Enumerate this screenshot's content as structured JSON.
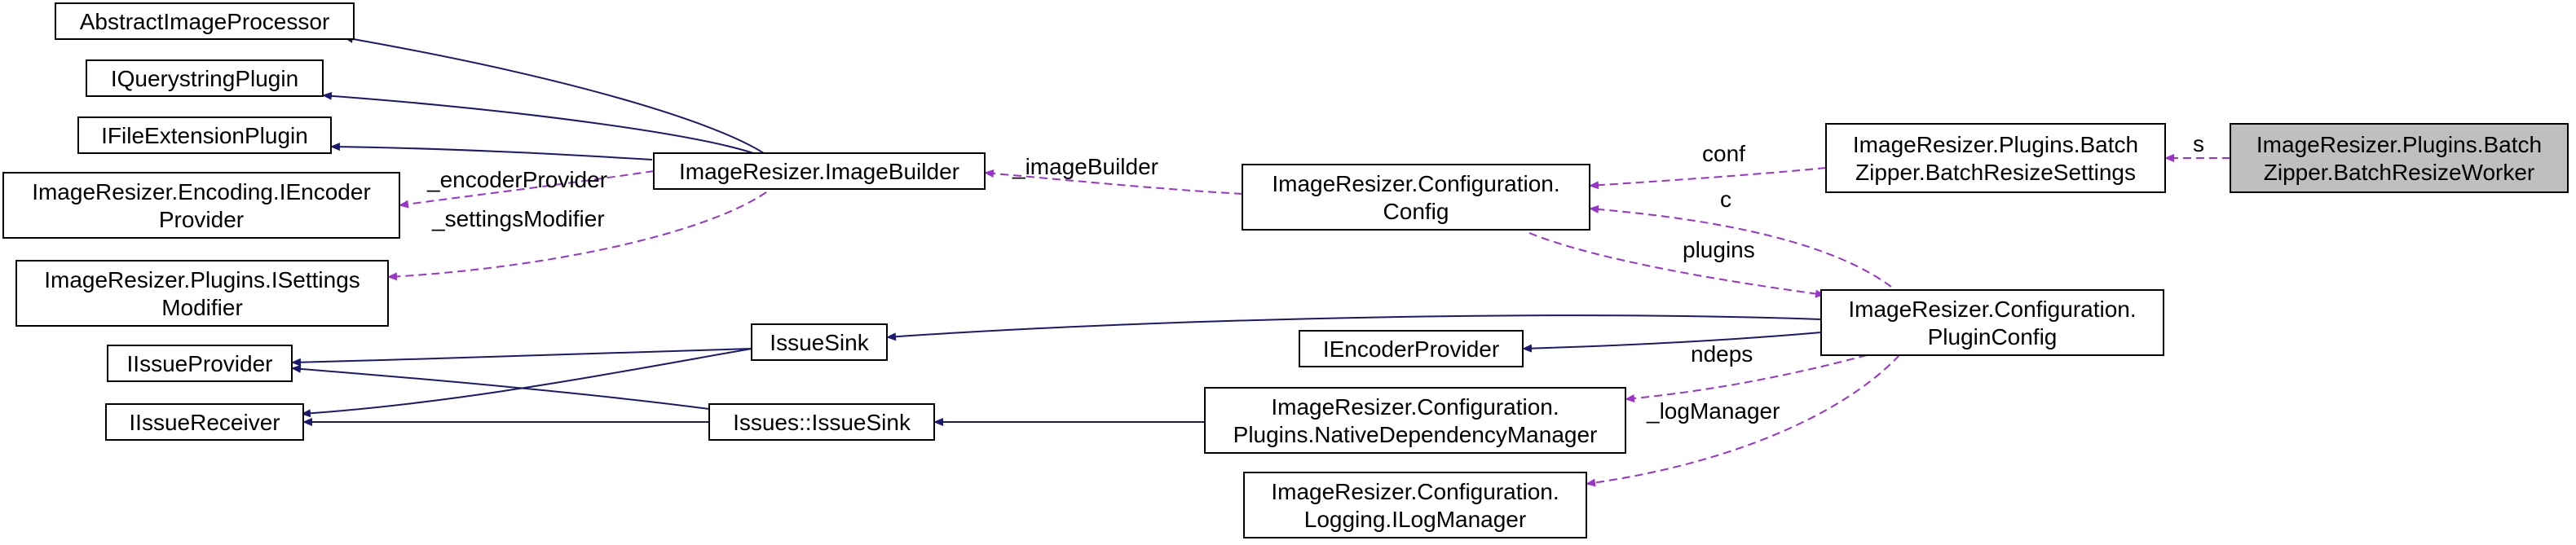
{
  "diagram": {
    "nodes": [
      {
        "id": "abstract",
        "lines": [
          "AbstractImageProcessor"
        ]
      },
      {
        "id": "iquery",
        "lines": [
          "IQuerystringPlugin"
        ]
      },
      {
        "id": "ifileext",
        "lines": [
          "IFileExtensionPlugin"
        ]
      },
      {
        "id": "iencoder_enc",
        "lines": [
          "ImageResizer.Encoding.IEncoder",
          "Provider"
        ]
      },
      {
        "id": "isettings",
        "lines": [
          "ImageResizer.Plugins.ISettings",
          "Modifier"
        ]
      },
      {
        "id": "iissueprovider",
        "lines": [
          "IIssueProvider"
        ]
      },
      {
        "id": "iissuereceiver",
        "lines": [
          "IIssueReceiver"
        ]
      },
      {
        "id": "imagebuilder",
        "lines": [
          "ImageResizer.ImageBuilder"
        ]
      },
      {
        "id": "issuesink",
        "lines": [
          "IssueSink"
        ]
      },
      {
        "id": "issues_issuesink",
        "lines": [
          "Issues::IssueSink"
        ]
      },
      {
        "id": "config",
        "lines": [
          "ImageResizer.Configuration.",
          "Config"
        ]
      },
      {
        "id": "iencoderprovider",
        "lines": [
          "IEncoderProvider"
        ]
      },
      {
        "id": "nativedep",
        "lines": [
          "ImageResizer.Configuration.",
          "Plugins.NativeDependencyManager"
        ]
      },
      {
        "id": "ilogmanager",
        "lines": [
          "ImageResizer.Configuration.",
          "Logging.ILogManager"
        ]
      },
      {
        "id": "batchsettings",
        "lines": [
          "ImageResizer.Plugins.Batch",
          "Zipper.BatchResizeSettings"
        ]
      },
      {
        "id": "pluginconfig",
        "lines": [
          "ImageResizer.Configuration.",
          "PluginConfig"
        ]
      },
      {
        "id": "batchworker",
        "lines": [
          "ImageResizer.Plugins.Batch",
          "Zipper.BatchResizeWorker"
        ],
        "focus": true
      }
    ],
    "edge_labels": {
      "encoderProvider": "_encoderProvider",
      "settingsModifier": "_settingsModifier",
      "imageBuilder": "_imageBuilder",
      "conf": "conf",
      "s": "s",
      "c": "c",
      "plugins": "plugins",
      "ndeps": "ndeps",
      "logManager": "_logManager"
    },
    "colors": {
      "inheritance": "#191970",
      "usage": "#9a32cd",
      "focus_fill": "#bfbfbf"
    }
  }
}
